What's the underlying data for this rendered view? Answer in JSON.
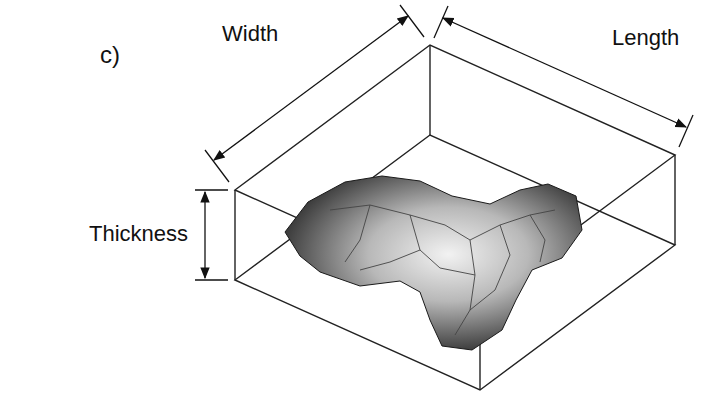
{
  "diagram": {
    "labels": [
      "c)",
      "Width",
      "Length",
      "Thickness"
    ]
  }
}
